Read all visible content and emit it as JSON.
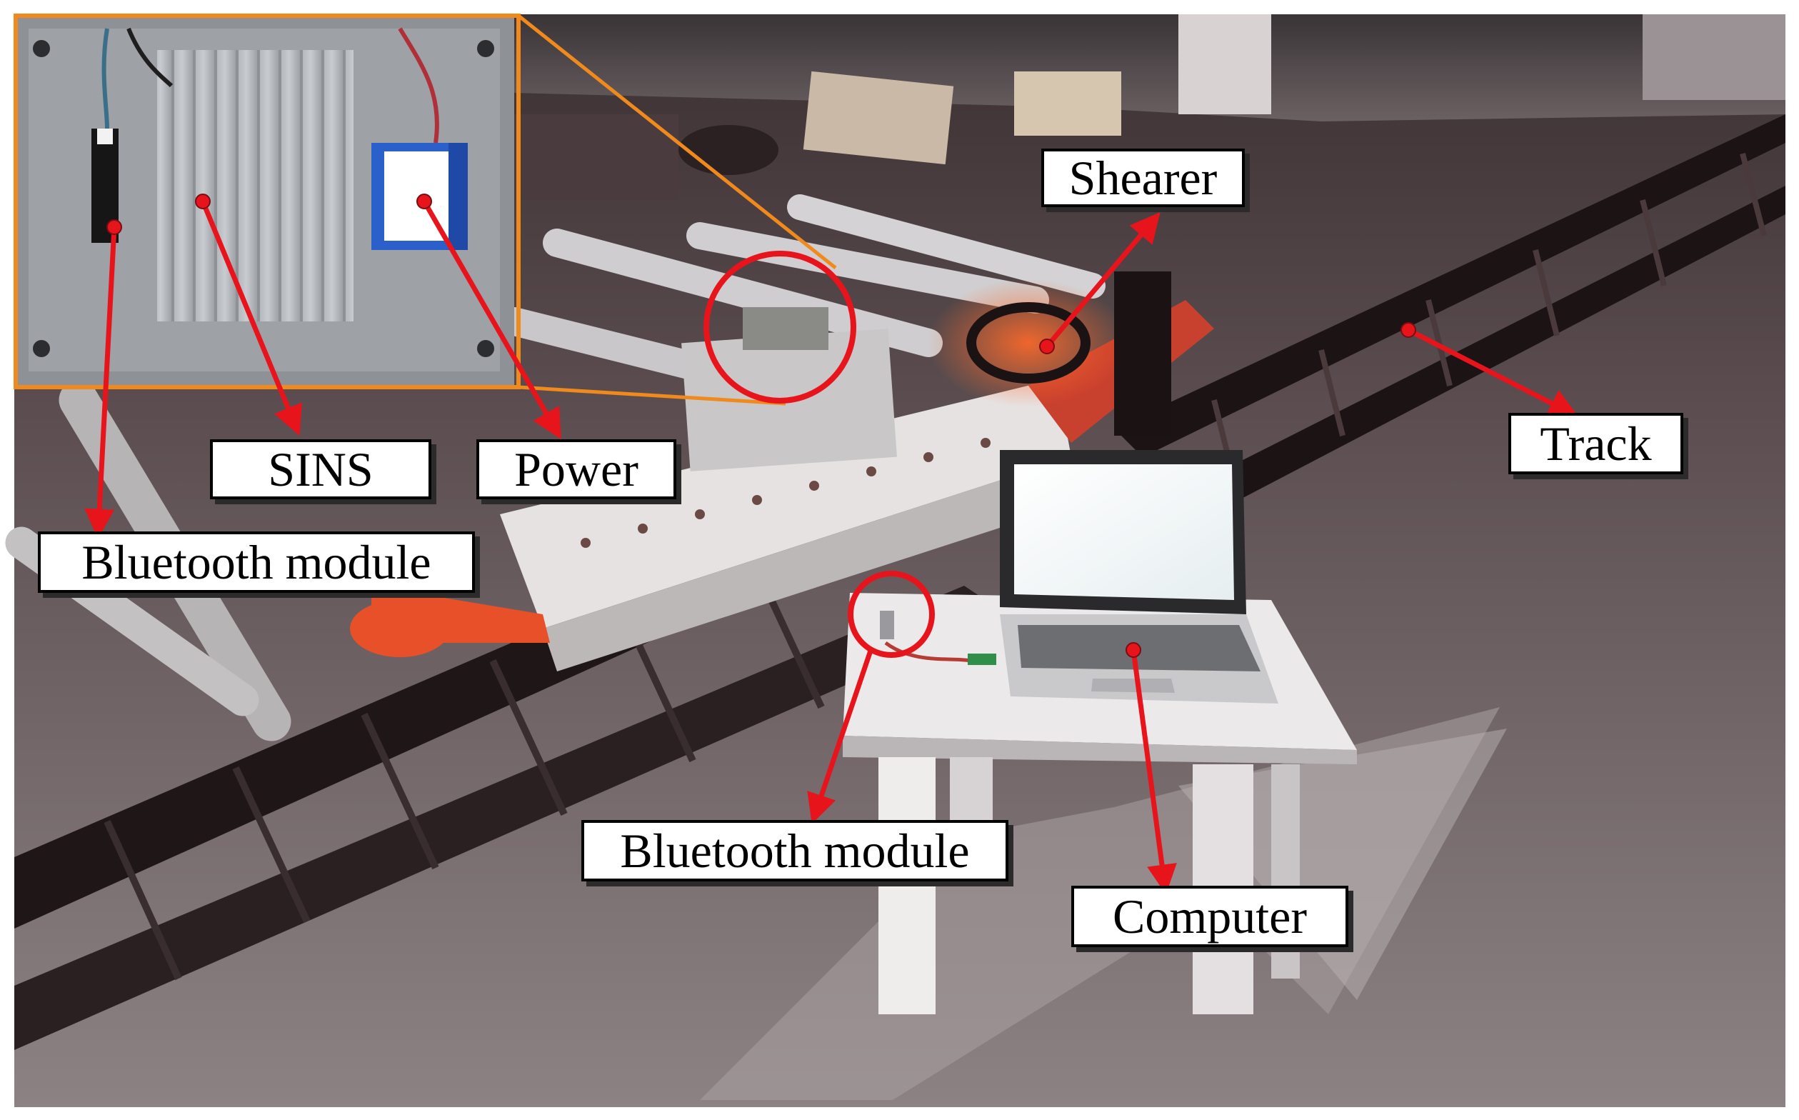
{
  "labels": {
    "shearer": "Shearer",
    "track": "Track",
    "sins": "SINS",
    "power": "Power",
    "bluetooth_inset": "Bluetooth module",
    "bluetooth_table": "Bluetooth module",
    "computer": "Computer"
  },
  "colors": {
    "annotation_red": "#e8141c",
    "inset_border": "#f08a1c",
    "label_background": "#ffffff",
    "label_border": "#000000"
  }
}
